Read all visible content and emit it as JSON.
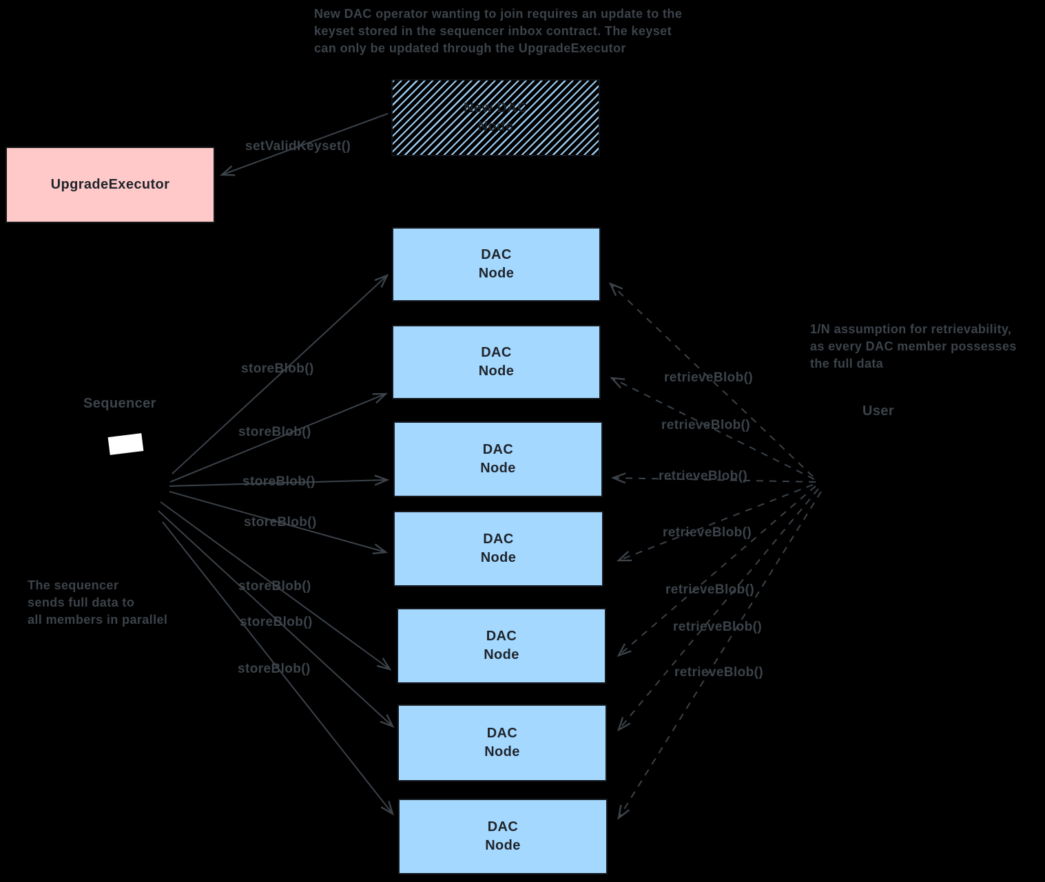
{
  "diagram_title_note": "New DAC operator wanting to join requires an update to the\nkeyset stored in the sequencer inbox contract. The keyset\ncan only be updated through the UpgradeExecutor",
  "notes": {
    "top": "New DAC operator wanting to join requires an update to the\nkeyset stored in the sequencer inbox contract. The keyset\ncan only be updated through the UpgradeExecutor",
    "left": "The sequencer\nsends full data to\nall members in parallel",
    "right": "1/N assumption for retrievability,\nas every DAC member possesses\nthe full data"
  },
  "nodes": {
    "new_dac": {
      "label": "New DAC\nNode"
    },
    "upgrade_executor": {
      "label": "UpgradeExecutor"
    },
    "dac": {
      "label": "DAC\nNode"
    },
    "dac_node_count": 7
  },
  "labels": {
    "sequencer": "Sequencer",
    "user": "User",
    "set_valid_keyset": "setValidKeyset()",
    "store_blob": "storeBlob()",
    "retrieve_blob": "retrieveBlob()",
    "store_blob_count": 7,
    "retrieve_blob_count": 7
  },
  "colors": {
    "background": "#000000",
    "ink": "#3c434a",
    "dac_node_fill": "#a5d8ff",
    "upgrade_executor_fill": "#ffc9c9",
    "box_border": "#16191d",
    "box_text": "#1f242a",
    "sequencer_screen": "#ffffff"
  }
}
